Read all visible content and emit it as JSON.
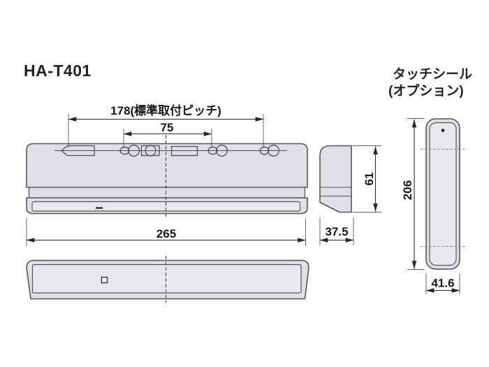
{
  "product": {
    "model": "HA-T401"
  },
  "option_label": {
    "line1": "タッチシール",
    "line2": "(オプション)"
  },
  "dimensions": {
    "mounting_pitch": "178(標準取付ピッチ)",
    "hole_pitch": "75",
    "body_width": "265",
    "body_height": "61",
    "body_depth": "37.5",
    "seal_length": "206",
    "seal_width": "41.6"
  },
  "colors": {
    "background": "#ffffff",
    "body_fill": "#dfe0e7",
    "panel_fill": "#e7e8ee",
    "outline": "#54545c",
    "dimension": "#26262b",
    "text": "#212126"
  }
}
